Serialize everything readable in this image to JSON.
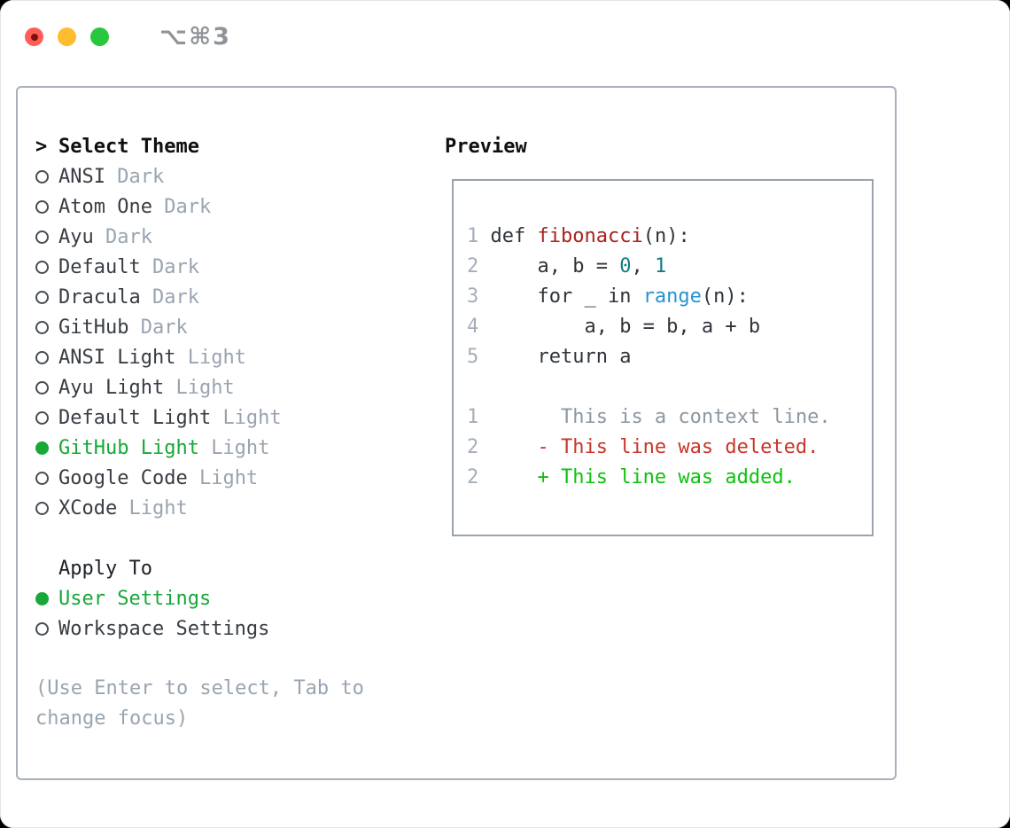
{
  "window": {
    "title": "⌥⌘3"
  },
  "picker": {
    "header_prefix": ">",
    "header_label": "Select Theme",
    "themes": [
      {
        "name": "ANSI",
        "variant": "Dark",
        "selected": false
      },
      {
        "name": "Atom One",
        "variant": "Dark",
        "selected": false
      },
      {
        "name": "Ayu",
        "variant": "Dark",
        "selected": false
      },
      {
        "name": "Default",
        "variant": "Dark",
        "selected": false
      },
      {
        "name": "Dracula",
        "variant": "Dark",
        "selected": false
      },
      {
        "name": "GitHub",
        "variant": "Dark",
        "selected": false
      },
      {
        "name": "ANSI Light",
        "variant": "Light",
        "selected": false
      },
      {
        "name": "Ayu Light",
        "variant": "Light",
        "selected": false
      },
      {
        "name": "Default Light",
        "variant": "Light",
        "selected": false
      },
      {
        "name": "GitHub Light",
        "variant": "Light",
        "selected": true
      },
      {
        "name": "Google Code",
        "variant": "Light",
        "selected": false
      },
      {
        "name": "XCode",
        "variant": "Light",
        "selected": false
      }
    ],
    "apply_to_label": "Apply To",
    "apply_options": [
      {
        "label": "User Settings",
        "selected": true
      },
      {
        "label": "Workspace Settings",
        "selected": false
      }
    ],
    "hint": "(Use Enter to select, Tab to change focus)"
  },
  "preview": {
    "label": "Preview",
    "lines": [
      {
        "num": "1",
        "tokens": [
          [
            "def ",
            "fg"
          ],
          [
            "fibonacci",
            "func"
          ],
          [
            "(n):",
            "fg"
          ]
        ]
      },
      {
        "num": "2",
        "tokens": [
          [
            "    a, b = ",
            "fg"
          ],
          [
            "0",
            "num"
          ],
          [
            ", ",
            "fg"
          ],
          [
            "1",
            "num"
          ]
        ]
      },
      {
        "num": "3",
        "tokens": [
          [
            "    for _ in ",
            "fg"
          ],
          [
            "range",
            "builtin"
          ],
          [
            "(n):",
            "fg"
          ]
        ]
      },
      {
        "num": "4",
        "tokens": [
          [
            "        a, b = b, a + b",
            "fg"
          ]
        ]
      },
      {
        "num": "5",
        "tokens": [
          [
            "    return a",
            "fg"
          ]
        ]
      },
      {
        "num": "",
        "tokens": []
      },
      {
        "num": "1",
        "tokens": [
          [
            "      This is a context line.",
            "context"
          ]
        ]
      },
      {
        "num": "2",
        "tokens": [
          [
            "    - This line was deleted.",
            "deleted"
          ]
        ]
      },
      {
        "num": "2",
        "tokens": [
          [
            "    + This line was added.",
            "added"
          ]
        ]
      }
    ]
  },
  "colors": {
    "fg": "#383d43",
    "fg_code": "#2f343a",
    "heading": "#0d0f11",
    "muted": "#9aa4b0",
    "line_number": "#a4aeb9",
    "context_gray": "#8d97a1",
    "selected_green": "#17a838",
    "added_green": "#0cc20c",
    "deleted_red": "#c93529",
    "func_red": "#a8231e",
    "builtin_blue": "#2593d3",
    "number_teal": "#0d7e82",
    "panel_border": "#a9b0ba",
    "preview_border": "#9aa3ad",
    "traffic_red": "#ff5d55",
    "traffic_yellow": "#febc2e",
    "traffic_green": "#28c73e",
    "title_gray": "#8f9499"
  }
}
